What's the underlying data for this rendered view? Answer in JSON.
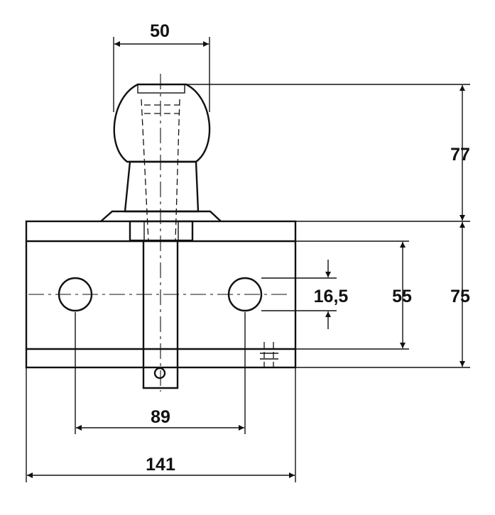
{
  "dimensions": {
    "ball_diameter": "50",
    "ball_height": "77",
    "body_height": "75",
    "hole_spacing_vertical": "55",
    "hole_diameter": "16,5",
    "hole_spacing_horizontal": "89",
    "overall_width": "141"
  },
  "colors": {
    "line": "#111111",
    "background": "#ffffff"
  }
}
